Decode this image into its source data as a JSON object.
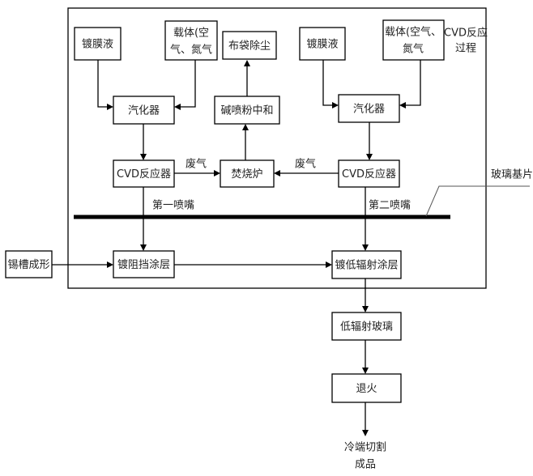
{
  "diagram": {
    "nodes": {
      "coating_liquid_left": "镀膜液",
      "carrier_left_line1": "载体(空",
      "carrier_left_line2": "气、氮气",
      "bag_dust_removal": "布袋除尘",
      "coating_liquid_right": "镀膜液",
      "carrier_right_line1": "载体(空气、",
      "carrier_right_line2": "氮气",
      "vaporizer_left": "汽化器",
      "alkali_spray_neutralization": "碱喷粉中和",
      "vaporizer_right": "汽化器",
      "cvd_reactor_left": "CVD反应器",
      "incinerator": "焚烧炉",
      "cvd_reactor_right": "CVD反应器",
      "tin_bath_forming": "锡槽成形",
      "barrier_coating": "镀阻挡涂层",
      "low_e_coating": "镀低辐射涂层",
      "low_e_glass": "低辐射玻璃",
      "annealing": "退火",
      "cold_end_cutting_line1": "冷端切割",
      "cold_end_cutting_line2": "成品"
    },
    "labels": {
      "cvd_process_line1": "CVD反应",
      "cvd_process_line2": "过程",
      "exhaust_left": "废气",
      "exhaust_right": "废气",
      "first_nozzle": "第一喷嘴",
      "second_nozzle": "第二喷嘴",
      "glass_substrate": "玻璃基片"
    }
  }
}
